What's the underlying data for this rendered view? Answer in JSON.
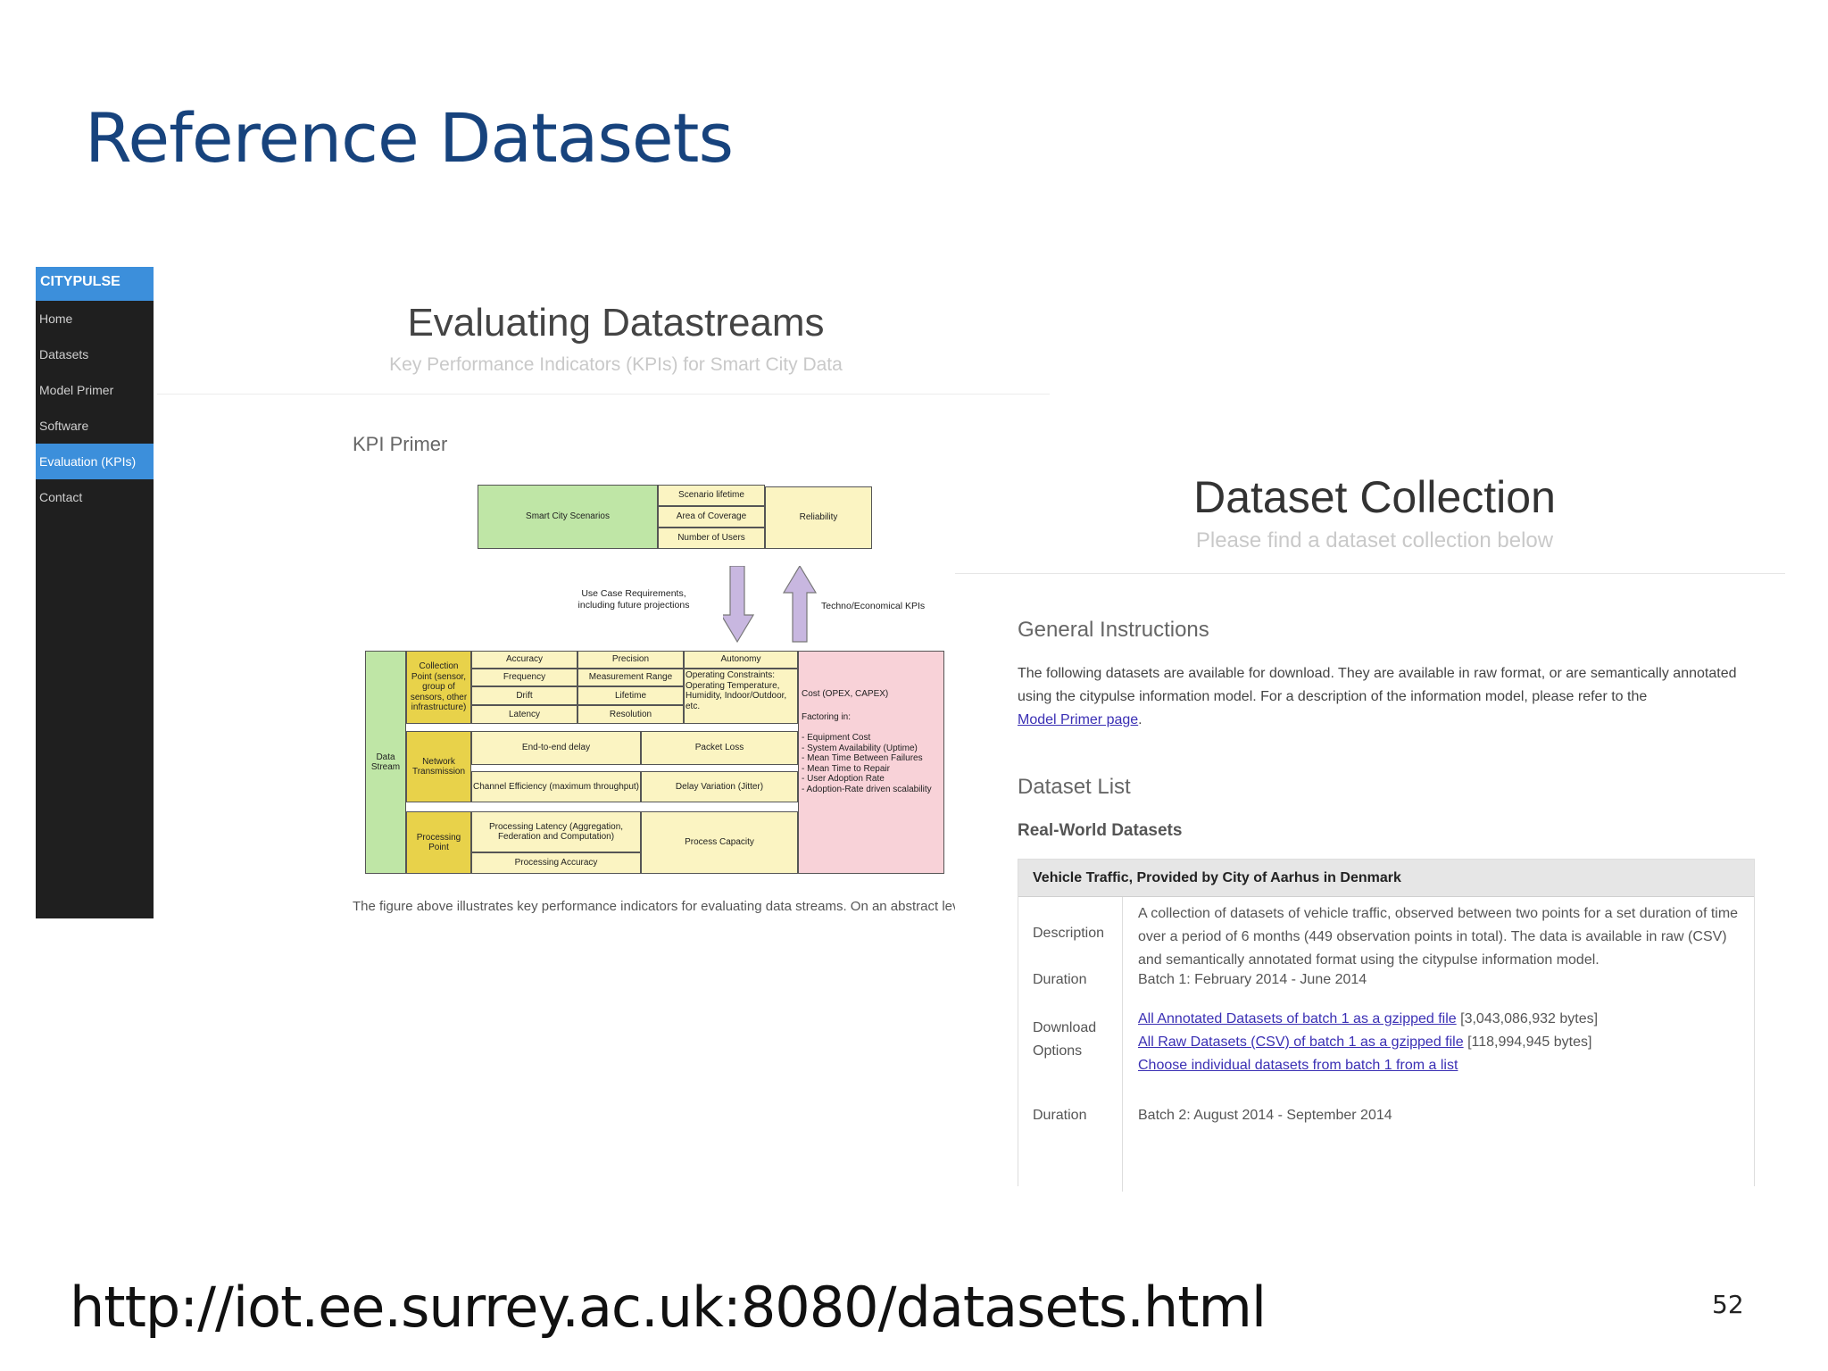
{
  "slide": {
    "title": "Reference Datasets",
    "url": "http://iot.ee.surrey.ac.uk:8080/datasets.html",
    "page_number": "52"
  },
  "left_site": {
    "brand": "CITYPULSE",
    "nav": [
      "Home",
      "Datasets",
      "Model Primer",
      "Software",
      "Evaluation (KPIs)",
      "Contact"
    ],
    "active_nav": "Evaluation (KPIs)",
    "title": "Evaluating Datastreams",
    "subtitle": "Key Performance Indicators (KPIs) for Smart City Data",
    "section": "KPI Primer",
    "caption": "The figure above illustrates key performance indicators for evaluating data streams. On an abstract level,"
  },
  "diagram": {
    "smart_city": "Smart City Scenarios",
    "scenario_lifetime": "Scenario lifetime",
    "area_coverage": "Area of Coverage",
    "num_users": "Number of Users",
    "reliability": "Reliability",
    "use_case": "Use Case Requirements, including future projections",
    "techno": "Techno/Economical KPIs",
    "data_stream": "Data Stream",
    "collection_point": "Collection Point (sensor, group of sensors, other infrastructure)",
    "accuracy": "Accuracy",
    "precision": "Precision",
    "autonomy": "Autonomy",
    "frequency": "Frequency",
    "measurement_range": "Measurement Range",
    "operating_constraints": "Operating Constraints: Operating Temperature, Humidity, Indoor/Outdoor, etc.",
    "drift": "Drift",
    "lifetime": "Lifetime",
    "latency": "Latency",
    "resolution": "Resolution",
    "cost": "Cost (OPEX, CAPEX)",
    "factoring": "Factoring in:",
    "cost_list": "- Equipment Cost\n- System Availability (Uptime)\n- Mean Time Between Failures\n- Mean Time to Repair\n- User Adoption Rate\n- Adoption-Rate driven scalability",
    "network": "Network Transmission",
    "e2e": "End-to-end delay",
    "packet_loss": "Packet Loss",
    "channel_eff": "Channel Efficiency (maximum throughput)",
    "delay_var": "Delay Variation (Jitter)",
    "processing_point": "Processing Point",
    "proc_latency": "Processing Latency (Aggregation, Federation and Computation)",
    "proc_capacity": "Process Capacity",
    "proc_accuracy": "Processing Accuracy"
  },
  "right_site": {
    "title": "Dataset Collection",
    "subtitle": "Please find a dataset collection below",
    "general_heading": "General Instructions",
    "general_text": "The following datasets are available for download. They are available in raw format, or are semantically annotated using the citypulse information model. For a description of the information model, please refer to the",
    "model_link": "Model Primer page",
    "list_heading": "Dataset List",
    "real_world": "Real-World Datasets",
    "panel_title": "Vehicle Traffic, Provided by City of Aarhus in Denmark",
    "rows": {
      "description_label": "Description",
      "description": "A collection of datasets of vehicle traffic, observed between two points for a set duration of time over a period of 6 months (449 observation points in total). The data is available in raw (CSV) and semantically annotated format using the citypulse information model.",
      "duration_label": "Duration",
      "duration1": "Batch 1: February 2014 - June 2014",
      "download_label": "Download Options",
      "dl_annotated": "All Annotated Datasets of batch 1 as a gzipped file",
      "dl_annotated_size": "[3,043,086,932 bytes]",
      "dl_raw": "All Raw Datasets (CSV) of batch 1 as a gzipped file",
      "dl_raw_size": "[118,994,945 bytes]",
      "dl_choose": "Choose individual datasets from batch 1 from a list",
      "duration2": "Batch 2: August 2014 - September 2014"
    }
  },
  "colors": {
    "title_blue": "#17437d",
    "nav_active": "#3c8fdb",
    "link": "#3a2fb4"
  }
}
